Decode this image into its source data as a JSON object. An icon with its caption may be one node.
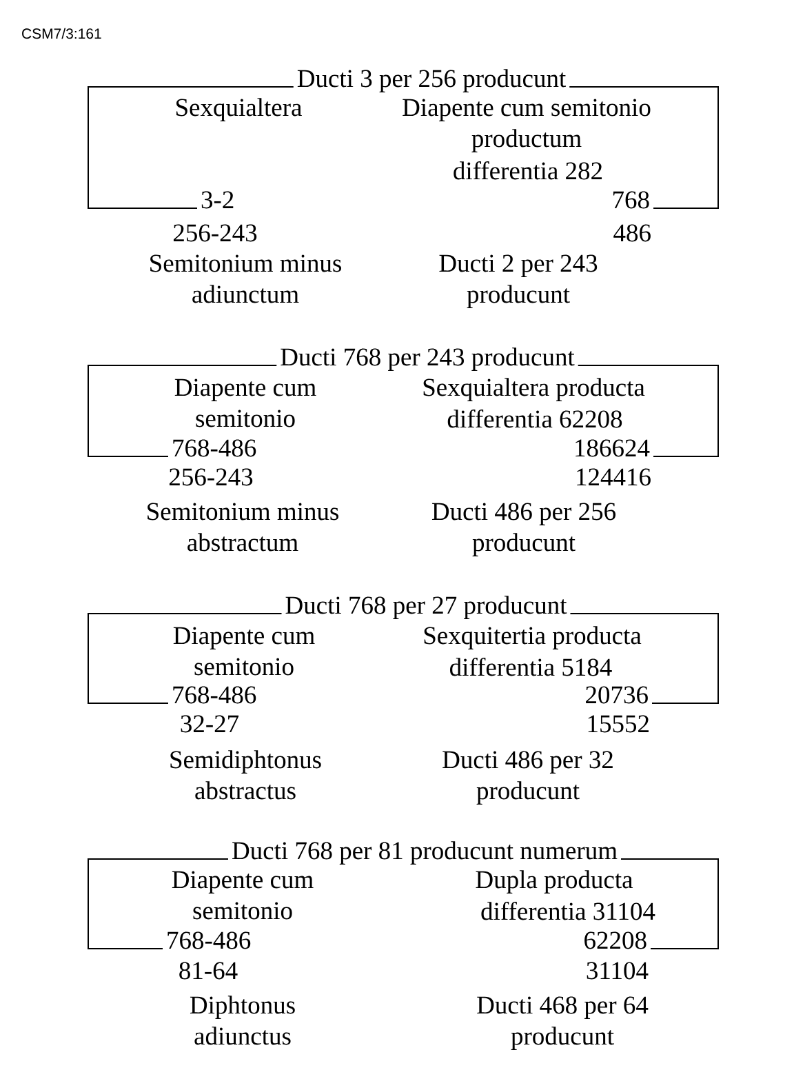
{
  "diagram": {
    "nodes": [
      {
        "text": [
          "Ducti 3 per 256 producunt"
        ]
      },
      {
        "text": [
          "3-2"
        ]
      },
      {
        "text": [
          "768"
        ]
      },
      {
        "text": [
          "Ducti 768 per 243 producunt"
        ]
      },
      {
        "text": [
          "768-486"
        ]
      },
      {
        "text": [
          "186624"
        ]
      },
      {
        "text": [
          "Ducti 768 per 27 producunt"
        ]
      },
      {
        "text": [
          "768-486"
        ]
      },
      {
        "text": [
          "20736"
        ]
      },
      {
        "text": [
          "Ducti 768 per 81 producunt numerum"
        ]
      },
      {
        "text": [
          "768-486"
        ]
      },
      {
        "text": [
          "62208"
        ]
      }
    ],
    "edges": [
      {
        "from": 0,
        "to": 1,
        "arrow": "none"
      },
      {
        "from": 0,
        "to": 2,
        "arrow": "none"
      },
      {
        "from": 3,
        "to": 4,
        "arrow": "none"
      },
      {
        "from": 3,
        "to": 5,
        "arrow": "none"
      },
      {
        "from": 6,
        "to": 7,
        "arrow": "none"
      },
      {
        "from": 6,
        "to": 8,
        "arrow": "none"
      },
      {
        "from": 9,
        "to": 10,
        "arrow": "none"
      },
      {
        "from": 9,
        "to": 11,
        "arrow": "none"
      }
    ],
    "labels": [
      "CSM7/3:161",
      "Sexquialtera",
      "Diapente cum semitonio productum",
      "differentia 282",
      "256-243",
      "486",
      "Semitonium minus adiunctum",
      "Ducti 2 per 243 producunt",
      "Diapente cum semitonio",
      "Sexquialtera producta",
      "differentia 62208",
      "256-243",
      "124416",
      "Semitonium minus abstractum",
      "Ducti 486 per 256 producunt",
      "Diapente cum semitonio",
      "Sexquitertia producta",
      "differentia 5184",
      "32-27",
      "15552",
      "Semidiphtonus abstractus",
      "Ducti 486 per 32 producunt",
      "Diapente cum semitonio",
      "Dupla producta",
      "differentia 31104",
      "81-64",
      "31104",
      "Diphtonus adiunctus",
      "Ducti 468 per 64 producunt"
    ]
  }
}
